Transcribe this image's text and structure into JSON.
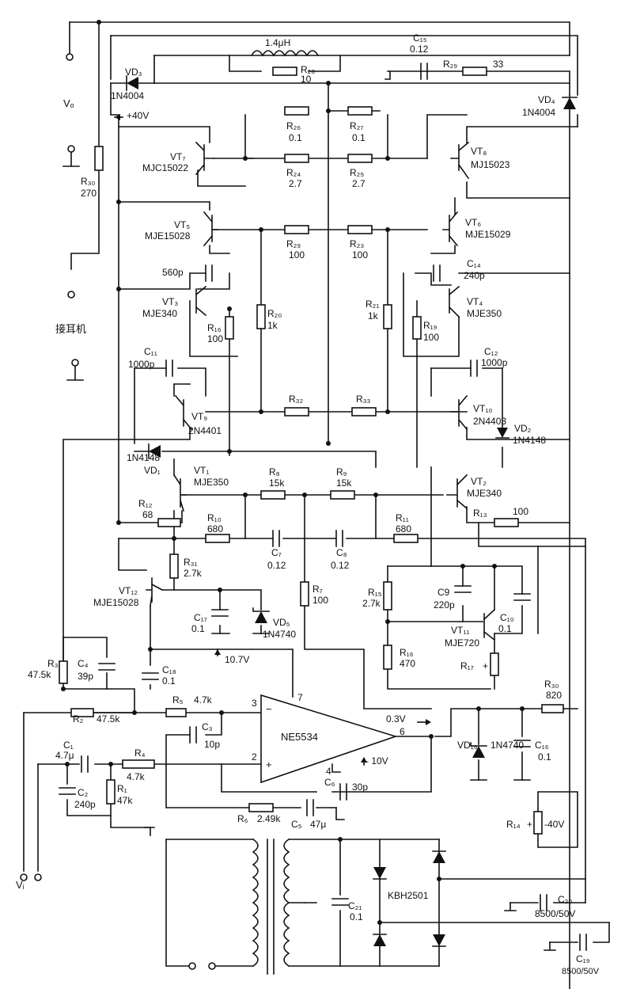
{
  "labels": {
    "vo": "Vₒ",
    "vi": "Vᵢ",
    "headphone": "接耳机",
    "plus40": "+40V",
    "minus40": "-40V",
    "v107": "10.7V",
    "v03": "0.3V",
    "vminus10": "- 10V",
    "ic": "NE5534",
    "pin3": "3",
    "pin2": "2",
    "pin7": "7",
    "pin6": "6",
    "pin4": "4",
    "minus": "−",
    "plus": "+"
  },
  "transistors": {
    "vt7": {
      "name": "VT₇",
      "part": "MJC15022"
    },
    "vt8": {
      "name": "VT₈",
      "part": "MJ15023"
    },
    "vt5": {
      "name": "VT₅",
      "part": "MJE15028"
    },
    "vt6": {
      "name": "VT₆",
      "part": "MJE15029"
    },
    "vt3": {
      "name": "VT₃",
      "part": "MJE340"
    },
    "vt4": {
      "name": "VT₄",
      "part": "MJE350"
    },
    "vt9": {
      "name": "VT₉",
      "part": "2N4401"
    },
    "vt10": {
      "name": "VT₁₀",
      "part": "2N4403"
    },
    "vt1": {
      "name": "VT₁",
      "part": "MJE350"
    },
    "vt2": {
      "name": "VT₂",
      "part": "MJE340"
    },
    "vt12": {
      "name": "VT₁₂",
      "part": "MJE15028"
    },
    "vt11": {
      "name": "VT₁₁",
      "part": "MJE720"
    }
  },
  "diodes": {
    "vd3": {
      "name": "VD₃",
      "part": "1N4004"
    },
    "vd4": {
      "name": "VD₄",
      "part": "1N4004"
    },
    "vd1": {
      "name": "VD₁",
      "part": "1N4148"
    },
    "vd2": {
      "name": "VD₂",
      "part": "1N4148"
    },
    "vd5": {
      "name": "VD₅",
      "part": "1N4740"
    },
    "vd16": {
      "name": "VD₁₆",
      "part": "1N4740"
    },
    "bridge": {
      "part": "KBH2501"
    }
  },
  "resistors": {
    "r30a": {
      "name": "R₃₀",
      "value": "270"
    },
    "r28": {
      "name": "R₂₈",
      "value": "10"
    },
    "r29a": {
      "name": "R₂₉",
      "value": "33"
    },
    "r26": {
      "name": "R₂₆",
      "value": "0.1"
    },
    "r27": {
      "name": "R₂₇",
      "value": "0.1"
    },
    "r24": {
      "name": "R₂₄",
      "value": "2.7"
    },
    "r25": {
      "name": "R₂₅",
      "value": "2.7"
    },
    "r29b": {
      "name": "R₂₉",
      "value": "100"
    },
    "r23": {
      "name": "R₂₃",
      "value": "100"
    },
    "r16a": {
      "name": "R₁₆",
      "value": "100"
    },
    "r20": {
      "name": "R₂₀",
      "value": "1k"
    },
    "r21": {
      "name": "R₂₁",
      "value": "1k"
    },
    "r19": {
      "name": "R₁₉",
      "value": "100"
    },
    "r32": {
      "name": "R₃₂",
      "value": ""
    },
    "r33": {
      "name": "R₃₃",
      "value": ""
    },
    "r12": {
      "name": "R₁₂",
      "value": "68"
    },
    "r8": {
      "name": "R₈",
      "value": "15k"
    },
    "r9": {
      "name": "R₉",
      "value": "15k"
    },
    "r13": {
      "name": "R₁₃",
      "value": "100"
    },
    "r10": {
      "name": "R₁₀",
      "value": "680"
    },
    "r11": {
      "name": "R₁₁",
      "value": "680"
    },
    "r31": {
      "name": "R₃₁",
      "value": "2.7k"
    },
    "r7": {
      "name": "R₇",
      "value": "100"
    },
    "r15": {
      "name": "R₁₅",
      "value": "2.7k"
    },
    "r16b": {
      "name": "R₁₆",
      "value": "470"
    },
    "r17": {
      "name": "R₁₇",
      "value": "+"
    },
    "r3": {
      "name": "R₃",
      "value": "47.5k"
    },
    "r2": {
      "name": "R₂",
      "value": "47.5k"
    },
    "r5": {
      "name": "R₅",
      "value": "4.7k"
    },
    "r4": {
      "name": "R₄",
      "value": "4.7k"
    },
    "r1": {
      "name": "R₁",
      "value": "47k"
    },
    "r6": {
      "name": "R₆",
      "value": "2.49k"
    },
    "r30b": {
      "name": "R₃₀",
      "value": "820"
    },
    "r14": {
      "name": "R₁₄",
      "value": "+"
    }
  },
  "capacitors": {
    "c15": {
      "name": "C₁₅",
      "value": "0.12"
    },
    "l1": {
      "name": "",
      "value": "1.4μH"
    },
    "c560": {
      "name": "",
      "value": "560p"
    },
    "c14": {
      "name": "C₁₄",
      "value": "240p"
    },
    "c11": {
      "name": "C₁₁",
      "value": "1000p"
    },
    "c12": {
      "name": "C₁₂",
      "value": "1000p"
    },
    "c7": {
      "name": "C₇",
      "value": "0.12"
    },
    "c8": {
      "name": "C₈",
      "value": "0.12"
    },
    "c17": {
      "name": "C₁₇",
      "value": "0.1"
    },
    "c9": {
      "name": "C9",
      "value": "220p"
    },
    "c10": {
      "name": "C₁₀",
      "value": "0.1"
    },
    "c4": {
      "name": "C₄",
      "value": "39p"
    },
    "c18": {
      "name": "C₁₈",
      "value": "0.1"
    },
    "c3": {
      "name": "C₃",
      "value": "10p"
    },
    "c1": {
      "name": "C₁",
      "value": "4.7μ"
    },
    "c2": {
      "name": "C₂",
      "value": "240p"
    },
    "c6": {
      "name": "C₆",
      "value": "30p"
    },
    "c5": {
      "name": "C₅",
      "value": "47μ"
    },
    "c16": {
      "name": "C₁₆",
      "value": "0.1"
    },
    "c21": {
      "name": "C₂₁",
      "value": "0.1"
    },
    "c20": {
      "name": "C₂₀",
      "value": "8500/50V"
    },
    "c19": {
      "name": "C₁₉",
      "value": "8500/50V"
    }
  }
}
